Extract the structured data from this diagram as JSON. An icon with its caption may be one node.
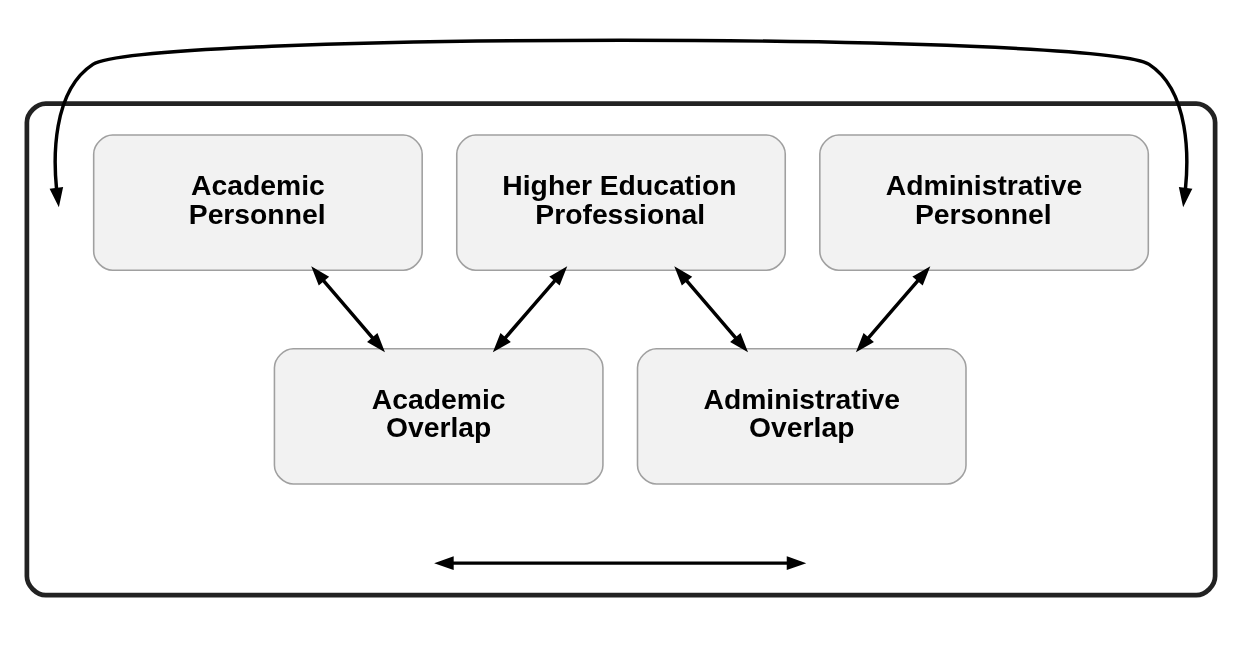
{
  "diagram": {
    "nodes": [
      {
        "text": [],
        "shape": "box"
      },
      {
        "text": [
          "Academic Personnel"
        ],
        "in": 0
      },
      {
        "text": [
          "Higher Education Professional"
        ],
        "in": 0
      },
      {
        "text": [
          "Administrative Personnel"
        ],
        "in": 0
      },
      {
        "text": [
          "Academic Overlap"
        ],
        "in": 0
      },
      {
        "text": [
          "Administrative Overlap"
        ],
        "in": 0
      }
    ],
    "edges": [
      {
        "from": 1,
        "to": 4,
        "arrow": "both"
      },
      {
        "from": 2,
        "to": 4,
        "arrow": "both"
      },
      {
        "from": 2,
        "to": 5,
        "arrow": "both"
      },
      {
        "from": 3,
        "to": 5,
        "arrow": "both"
      }
    ]
  }
}
